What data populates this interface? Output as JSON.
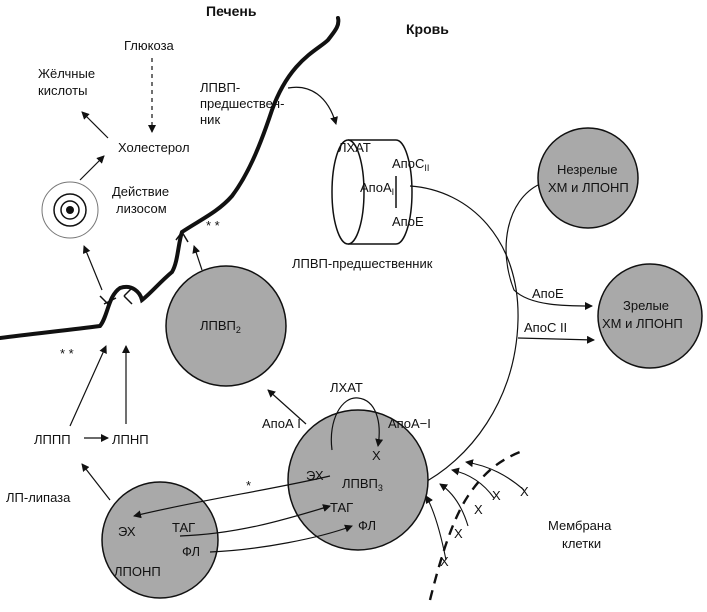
{
  "headers": {
    "liver": "Печень",
    "blood": "Кровь"
  },
  "liver_side": {
    "glucose": "Глюкоза",
    "bile_acids_line1": "Жёлчные",
    "bile_acids_line2": "кислоты",
    "cholesterol": "Холестерол",
    "lysosome_line1": "Действие",
    "lysosome_line2": "лизосом"
  },
  "precursor_top": {
    "line1": "ЛПВП-",
    "line2": "предшествен-",
    "line3": "ник"
  },
  "disc": {
    "lhat": "ЛХАТ",
    "apoc_base": "АпоС",
    "apoc_sub": "II",
    "apoa_base": "АпоА",
    "apoa_sub": "I",
    "apoe": "АпоЕ",
    "caption": "ЛПВП-предшественник"
  },
  "immature": {
    "line1": "Незрелые",
    "line2": "ХМ и ЛПОНП"
  },
  "mature": {
    "line1": "Зрелые",
    "line2": "ХМ и ЛПОНП"
  },
  "transfer": {
    "apoe": "АпоЕ",
    "apoc2": "АпоС II"
  },
  "hdl2": {
    "base": "ЛПВП",
    "sub": "2"
  },
  "hdl3": {
    "base": "ЛПВП",
    "sub": "3",
    "eh": "ЭХ",
    "x": "Х",
    "tag": "ТАГ",
    "fl": "ФЛ"
  },
  "hdl3_labels": {
    "lhat": "ЛХАТ",
    "apoa_left": "АпоА I",
    "apoa_right": "АпоА−I"
  },
  "vldl": {
    "eh": "ЭХ",
    "tag": "ТАГ",
    "fl": "ФЛ",
    "name": "ЛПОНП"
  },
  "lp": {
    "lppp": "ЛППП",
    "lpnp": "ЛПНП",
    "lipase": "ЛП-липаза"
  },
  "membrane": {
    "line1": "Мембрана",
    "line2": "клетки",
    "x_marker": "Х"
  },
  "stars": {
    "two": "* *",
    "one": "*"
  },
  "colors": {
    "particle_fill": "#a9a9a9",
    "stroke": "#111111",
    "background": "#ffffff"
  }
}
